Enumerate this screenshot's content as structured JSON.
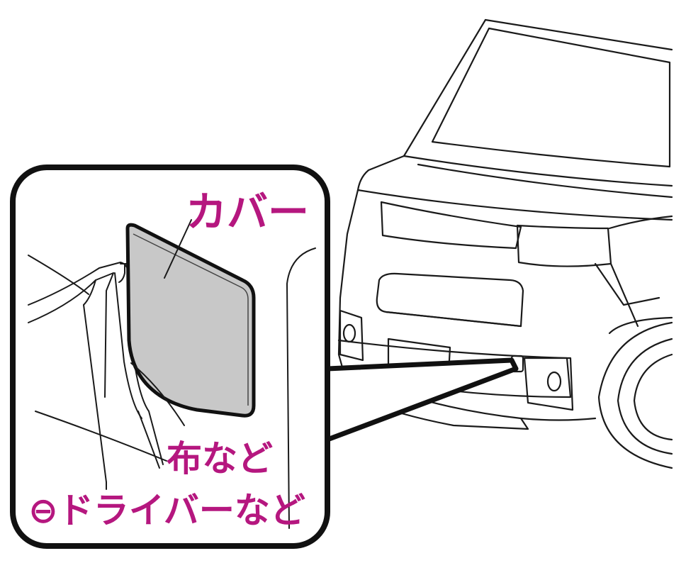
{
  "labels": {
    "cover": "カバー",
    "cloth": "布など",
    "driver": "⊖ドライバーなど"
  },
  "colors": {
    "label": "#b5177f",
    "line": "#1a1a1a",
    "cover_fill": "#c8c8c8",
    "background": "#ffffff"
  }
}
